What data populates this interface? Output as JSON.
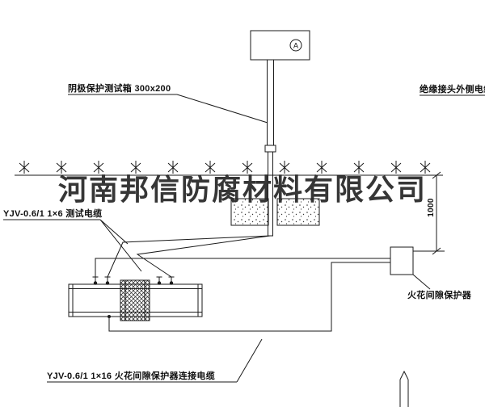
{
  "watermark": {
    "text": "河南邦信防腐材料有限公司"
  },
  "test_box": {
    "label": "阴极保护测试箱 300x200",
    "meter_symbol": "A"
  },
  "labels": {
    "insulated_joint_cable": "绝缘接头外侧电缆",
    "test_cable": "YJV-0.6/1 1×6  测试电缆",
    "spark_gap_protector": "火花间隙保护器",
    "protector_cable": "YJV-0.6/1 1×16  火花间隙保护器连接电缆"
  },
  "dimension": {
    "value": "1000"
  },
  "colors": {
    "line": "#1a1a1a",
    "text": "#101010",
    "watermark": "#262626",
    "background": "#ffffff"
  }
}
